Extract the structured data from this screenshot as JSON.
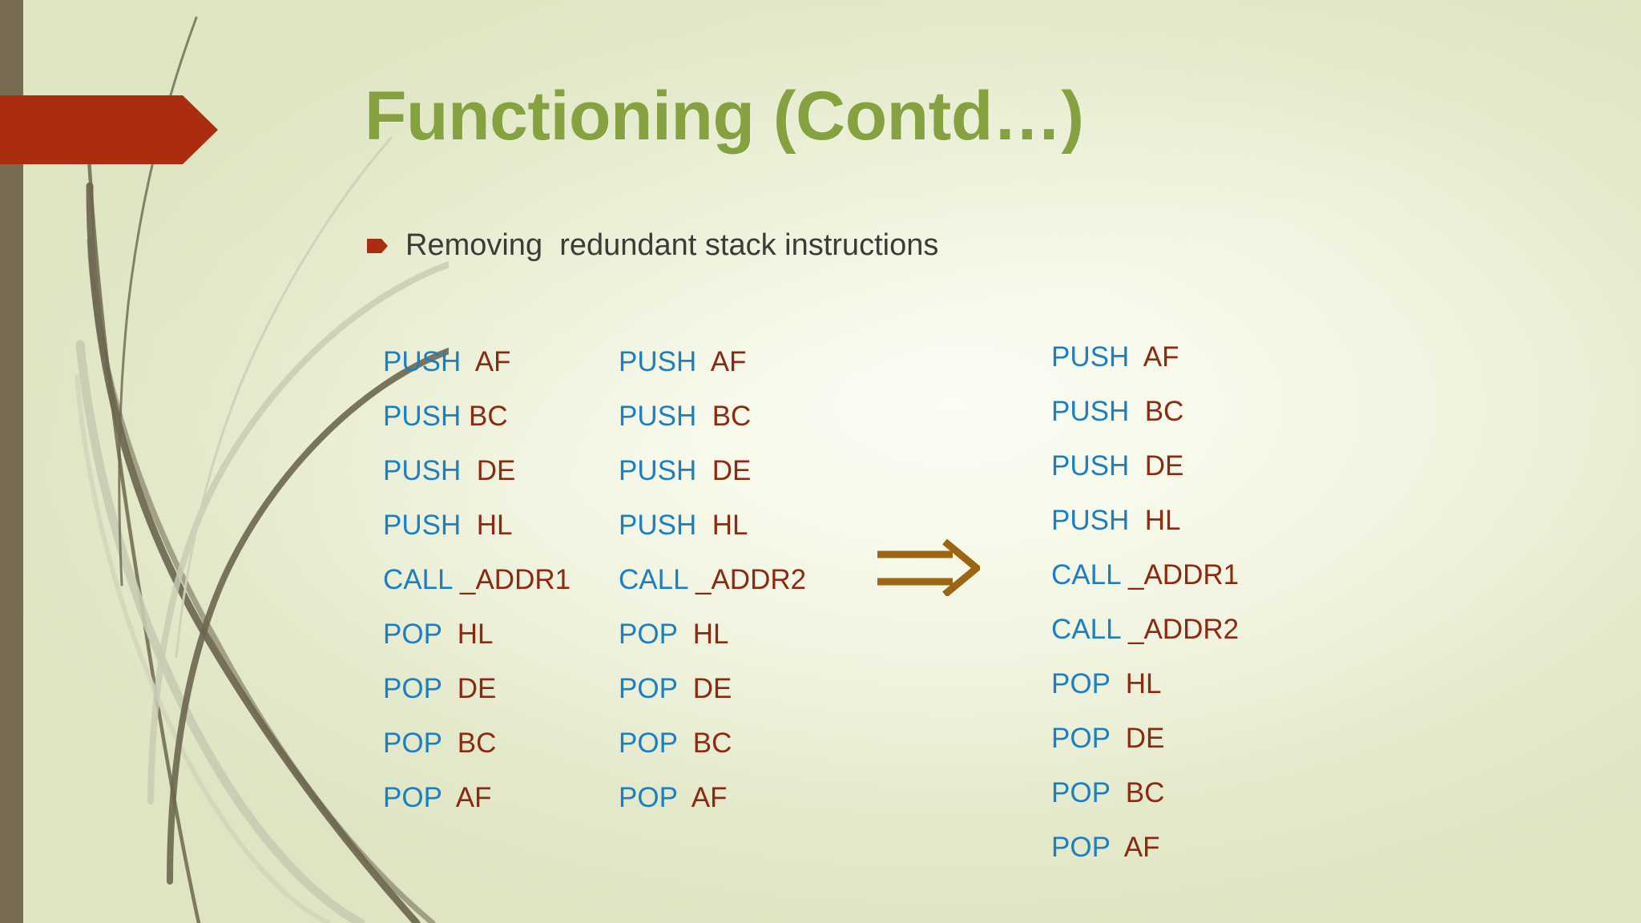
{
  "slide": {
    "title": "Functioning (Contd…)",
    "bullet": {
      "marker": "arrow-bullet",
      "text": "Removing  redundant stack instructions"
    },
    "transform_arrow": "double-line-right-arrow"
  },
  "colors": {
    "background": "#e3e8c9",
    "background_center": "#fbfcf4",
    "left_band": "#776c53",
    "banner_red": "#ab2d10",
    "title_green": "#86a240",
    "opcode_blue": "#1d7fc3",
    "operand_red": "#8c2a11",
    "bullet_red": "#ab2d10",
    "arrow_brown": "#9b6511",
    "body_text": "#3b3b38"
  },
  "code_columns": [
    {
      "id": "before-block-1",
      "lines": [
        {
          "op": "PUSH",
          "arg": " AF"
        },
        {
          "op": "PUSH",
          "arg": "BC"
        },
        {
          "op": "PUSH",
          "arg": " DE"
        },
        {
          "op": "PUSH",
          "arg": " HL"
        },
        {
          "op": "CALL",
          "arg": "_ADDR1"
        },
        {
          "op": "POP",
          "arg": " HL"
        },
        {
          "op": "POP",
          "arg": " DE"
        },
        {
          "op": "POP",
          "arg": " BC"
        },
        {
          "op": "POP",
          "arg": " AF"
        }
      ]
    },
    {
      "id": "before-block-2",
      "lines": [
        {
          "op": "PUSH",
          "arg": " AF"
        },
        {
          "op": "PUSH",
          "arg": " BC"
        },
        {
          "op": "PUSH",
          "arg": " DE"
        },
        {
          "op": "PUSH",
          "arg": " HL"
        },
        {
          "op": "CALL",
          "arg": "_ADDR2"
        },
        {
          "op": "POP",
          "arg": " HL"
        },
        {
          "op": "POP",
          "arg": " DE"
        },
        {
          "op": "POP",
          "arg": " BC"
        },
        {
          "op": "POP",
          "arg": " AF"
        }
      ]
    },
    {
      "id": "after-block-merged",
      "lines": [
        {
          "op": "PUSH",
          "arg": " AF"
        },
        {
          "op": "PUSH",
          "arg": " BC"
        },
        {
          "op": "PUSH",
          "arg": " DE"
        },
        {
          "op": "PUSH",
          "arg": " HL"
        },
        {
          "op": "CALL",
          "arg": "_ADDR1"
        },
        {
          "op": "CALL",
          "arg": "_ADDR2"
        },
        {
          "op": "POP",
          "arg": " HL"
        },
        {
          "op": "POP",
          "arg": " DE"
        },
        {
          "op": "POP",
          "arg": " BC"
        },
        {
          "op": "POP",
          "arg": " AF"
        }
      ]
    }
  ]
}
